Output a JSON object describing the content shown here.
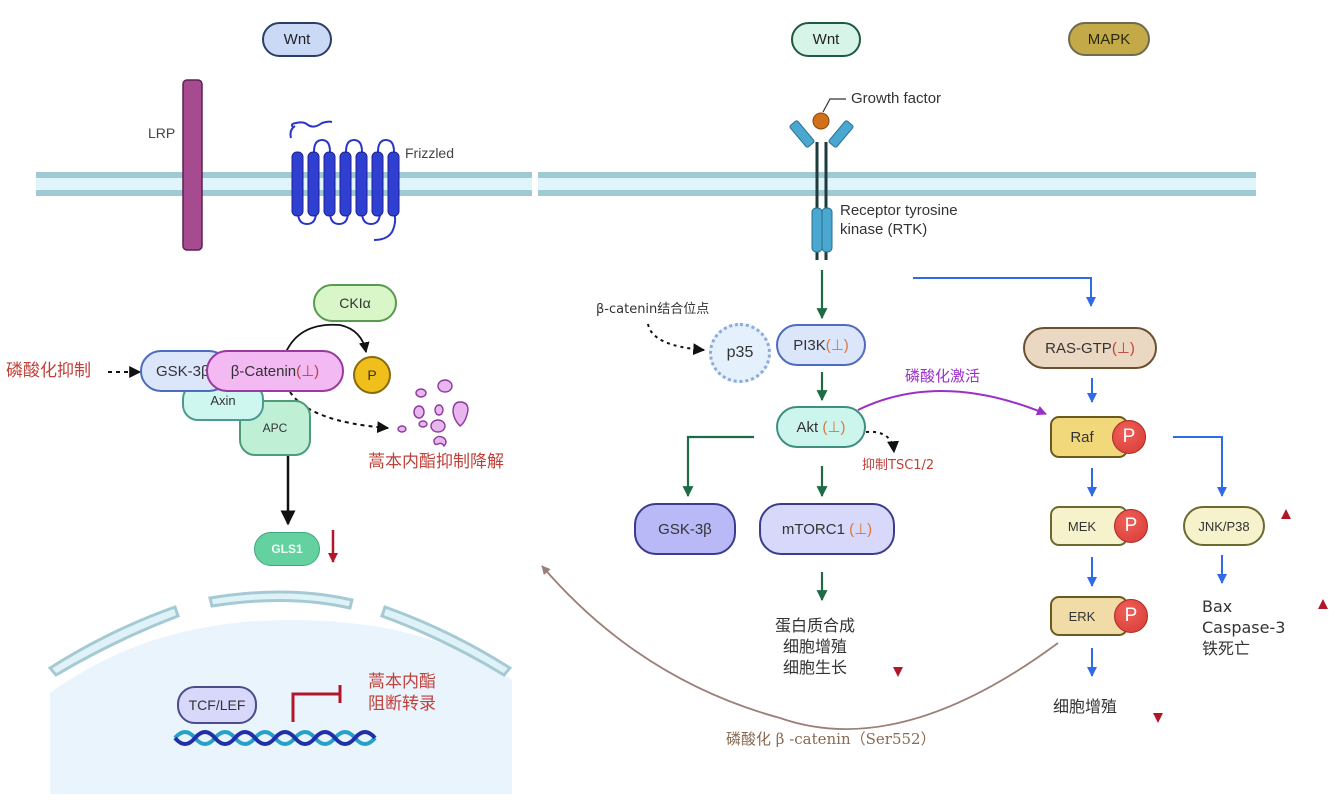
{
  "pathways": {
    "wnt_left": "Wnt",
    "wnt_right": "Wnt",
    "mapk": "MAPK"
  },
  "membrane": {
    "lrp": "LRP",
    "frizzled": "Frizzled",
    "growth_factor": "Growth factor",
    "rtk_line1": "Receptor tyrosine",
    "rtk_line2": "kinase (RTK)"
  },
  "destruction_complex": {
    "ckia": "CKIα",
    "gsk3b": "GSK-3β",
    "beta_catenin": "β-Catenin",
    "inhibit_mark": "(⊥)",
    "axin": "Axin",
    "apc": "APC",
    "phospho": "P",
    "phospho_inhibit_label": "磷酸化抑制",
    "degradation_label": "蒿本内酯抑制降解"
  },
  "nucleus": {
    "gls1": "GLS1",
    "tcf_lef": "TCF/LEF",
    "block_label_line1": "蒿本内酯",
    "block_label_line2": "阻断转录"
  },
  "pi3k_akt": {
    "binding_site_label": "β-catenin结合位点",
    "p35": "p35",
    "pi3k": "PI3K",
    "akt": "Akt ",
    "inhibit_mark": "(⊥)",
    "tsc_label": "抑制TSC1/2",
    "gsk3b": "GSK-3β",
    "mtorc1": "mTORC1 ",
    "outcomes": [
      "蛋白质合成",
      "细胞增殖",
      "细胞生长"
    ],
    "phospho_activation_label": "磷酸化激活"
  },
  "mapk_cascade": {
    "ras": "RAS-GTP",
    "inhibit_mark": "(⊥)",
    "raf": "Raf",
    "mek": "MEK",
    "erk": "ERK",
    "jnk": "JNK/P38",
    "phospho": "P",
    "erk_outcome": "细胞增殖",
    "jnk_outcomes": [
      "Bax",
      "Caspase-3",
      "铁死亡"
    ]
  },
  "feedback_label": "磷酸化 β -catenin（Ser552）",
  "colors": {
    "inhibit_red": "#c0413a",
    "up_down_arrow": "#b0182a",
    "pi3k_arrow": "#1e6b45",
    "mapk_arrow": "#2f6be8",
    "phospho_activation": "#9b2fc9",
    "feedback_curve": "#9c8078"
  }
}
